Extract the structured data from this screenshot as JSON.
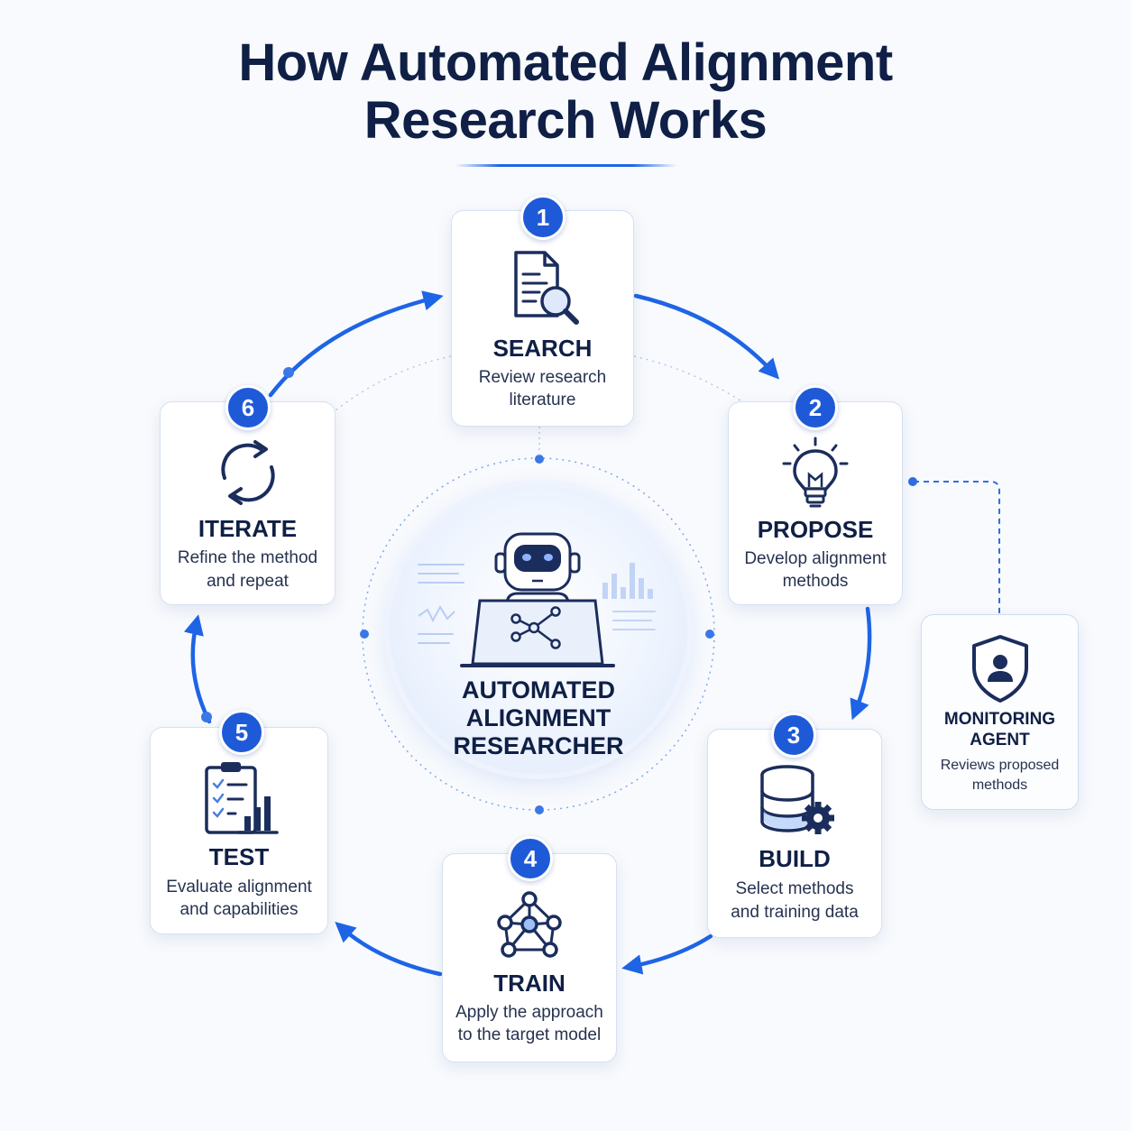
{
  "title": {
    "line1": "How Automated Alignment",
    "line2": "Research Works"
  },
  "center": {
    "line1": "AUTOMATED",
    "line2": "ALIGNMENT",
    "line3": "RESEARCHER",
    "icon": "robot-laptop-icon"
  },
  "steps": [
    {
      "number": "1",
      "label": "SEARCH",
      "desc1": "Review research",
      "desc2": "literature",
      "icon": "document-search-icon"
    },
    {
      "number": "2",
      "label": "PROPOSE",
      "desc1": "Develop alignment",
      "desc2": "methods",
      "icon": "lightbulb-icon"
    },
    {
      "number": "3",
      "label": "BUILD",
      "desc1": "Select methods",
      "desc2": "and training data",
      "icon": "database-gear-icon"
    },
    {
      "number": "4",
      "label": "TRAIN",
      "desc1": "Apply the approach",
      "desc2": "to the target model",
      "icon": "network-icon"
    },
    {
      "number": "5",
      "label": "TEST",
      "desc1": "Evaluate alignment",
      "desc2": "and capabilities",
      "icon": "clipboard-chart-icon"
    },
    {
      "number": "6",
      "label": "ITERATE",
      "desc1": "Refine the method",
      "desc2": "and repeat",
      "icon": "refresh-icon"
    }
  ],
  "monitoring": {
    "line1": "MONITORING",
    "line2": "AGENT",
    "desc1": "Reviews proposed",
    "desc2": "methods",
    "icon": "shield-user-icon"
  },
  "colors": {
    "accent": "#1e5ad8",
    "text": "#0f1f45",
    "border": "#d6e0f0"
  }
}
